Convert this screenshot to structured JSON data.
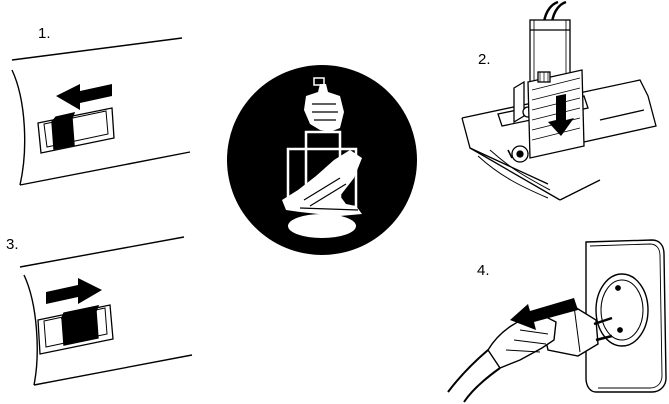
{
  "steps": [
    {
      "number": "1.",
      "icon": "switch-arrow-left-icon"
    },
    {
      "number": "2.",
      "icon": "router-base-arrow-down-icon"
    },
    {
      "number": "3.",
      "icon": "switch-arrow-right-icon"
    },
    {
      "number": "4.",
      "icon": "unplug-power-cord-icon"
    }
  ],
  "center_symbol": {
    "icon": "hands-on-handles-icon"
  },
  "colors": {
    "ink": "#000000",
    "paper": "#ffffff"
  }
}
